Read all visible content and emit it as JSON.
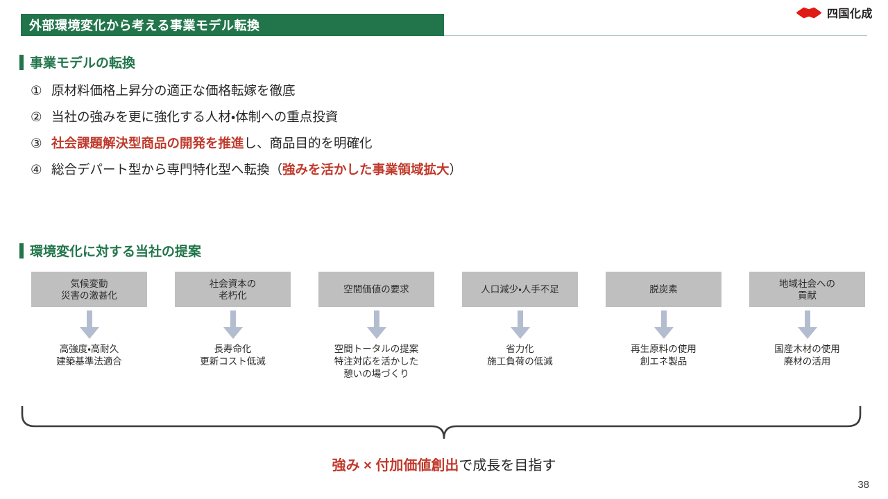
{
  "slide": {
    "title": "外部環境変化から考える事業モデル転換",
    "page_number": "38",
    "accent_green": "#22754b",
    "accent_red": "#c0392b",
    "box_gray": "#bfbfbf",
    "arrow_blue_gray": "#b3bdd0"
  },
  "logo": {
    "mark": "red-double-diamond-icon",
    "text": "四国化成"
  },
  "sections": {
    "model": {
      "heading": "事業モデルの転換",
      "items": [
        {
          "num": "①",
          "segments": [
            {
              "text": "原材料価格上昇分の適正な価格転嫁を徹底",
              "accent": false
            }
          ]
        },
        {
          "num": "②",
          "segments": [
            {
              "text": "当社の強みを更に強化する人材・体制への重点投資",
              "accent": false
            }
          ]
        },
        {
          "num": "③",
          "segments": [
            {
              "text": "社会課題解決型商品の開発を推進",
              "accent": true
            },
            {
              "text": "し、商品目的を明確化",
              "accent": false
            }
          ]
        },
        {
          "num": "④",
          "segments": [
            {
              "text": "総合デパート型から専門特化型へ転換（",
              "accent": false
            },
            {
              "text": "強みを活かした事業領域拡大",
              "accent": true
            },
            {
              "text": "）",
              "accent": false
            }
          ]
        }
      ]
    },
    "proposal": {
      "heading": "環境変化に対する当社の提案",
      "columns": [
        {
          "driver": "気候変動\n災害の激甚化",
          "benefit": "高強度・高耐久\n建築基準法適合"
        },
        {
          "driver": "社会資本の\n老朽化",
          "benefit": "長寿命化\n更新コスト低減"
        },
        {
          "driver": "空間価値の要求",
          "benefit": "空間トータルの提案\n特注対応を活かした\n憩いの場づくり"
        },
        {
          "driver": "人口減少・人手不足",
          "benefit": "省力化\n施工負荷の低減"
        },
        {
          "driver": "脱炭素",
          "benefit": "再生原料の使用\n創エネ製品"
        },
        {
          "driver": "地域社会への\n貢献",
          "benefit": "国産木材の使用\n廃材の活用"
        }
      ],
      "summary": [
        {
          "text": "強み × 付加価値創出",
          "accent": true
        },
        {
          "text": "で成長を目指す",
          "accent": false
        }
      ]
    }
  }
}
